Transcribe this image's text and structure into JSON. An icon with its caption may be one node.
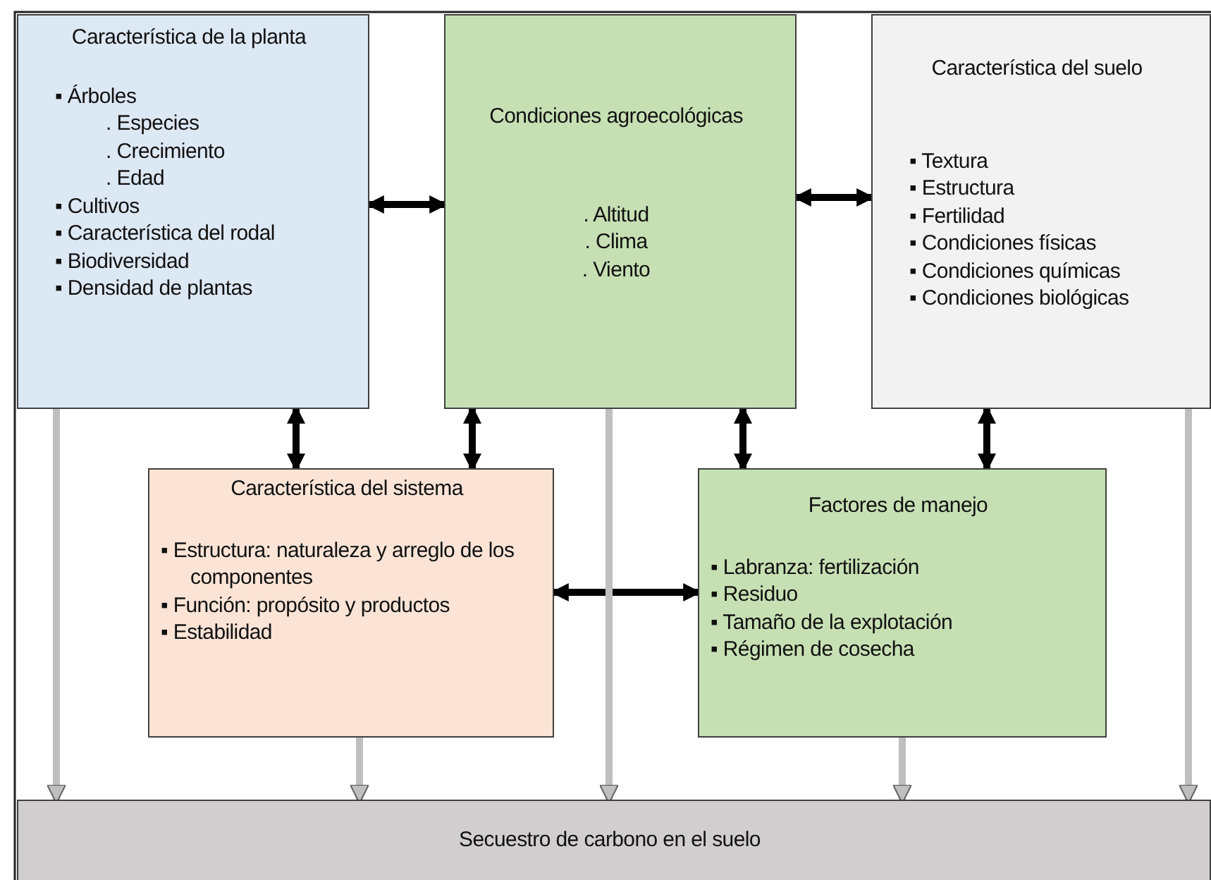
{
  "diagram": {
    "nodes": [
      {
        "text": [
          "Característica de la planta",
          "▪ Árboles",
          ". Especies",
          ". Crecimiento",
          ". Edad",
          "▪ Cultivos",
          "▪ Característica del rodal",
          "▪ Biodiversidad",
          "▪ Densidad de plantas"
        ]
      },
      {
        "text": [
          "Condiciones agroecológicas",
          ". Altitud",
          ". Clima",
          ". Viento"
        ]
      },
      {
        "text": [
          "Característica del suelo",
          "▪ Textura",
          "▪ Estructura",
          "▪ Fertilidad",
          "▪ Condiciones físicas",
          "▪ Condiciones químicas",
          "▪ Condiciones biológicas"
        ]
      },
      {
        "text": [
          "Característica del sistema",
          "▪ Estructura: naturaleza y arreglo de los componentes",
          "▪ Función: propósito y productos",
          "▪ Estabilidad"
        ]
      },
      {
        "text": [
          "Factores de manejo",
          "▪ Labranza: fertilización",
          "▪ Residuo",
          "▪ Tamaño de la explotación",
          "▪ Régimen de cosecha"
        ]
      },
      {
        "text": [
          "Secuestro de carbono en el suelo"
        ]
      }
    ],
    "edges": [
      {
        "from": 0,
        "to": 1,
        "arrow": "both"
      },
      {
        "from": 1,
        "to": 2,
        "arrow": "both"
      },
      {
        "from": 0,
        "to": 3,
        "arrow": "both"
      },
      {
        "from": 1,
        "to": 3,
        "arrow": "both"
      },
      {
        "from": 1,
        "to": 4,
        "arrow": "both"
      },
      {
        "from": 2,
        "to": 4,
        "arrow": "both"
      },
      {
        "from": 3,
        "to": 4,
        "arrow": "both"
      },
      {
        "from": 0,
        "to": 5,
        "arrow": "to",
        "color": "#bfbfbf"
      },
      {
        "from": 3,
        "to": 5,
        "arrow": "to",
        "color": "#bfbfbf"
      },
      {
        "from": 1,
        "to": 5,
        "arrow": "to",
        "color": "#bfbfbf"
      },
      {
        "from": 4,
        "to": 5,
        "arrow": "to",
        "color": "#bfbfbf"
      },
      {
        "from": 2,
        "to": 5,
        "arrow": "to",
        "color": "#bfbfbf"
      }
    ]
  }
}
